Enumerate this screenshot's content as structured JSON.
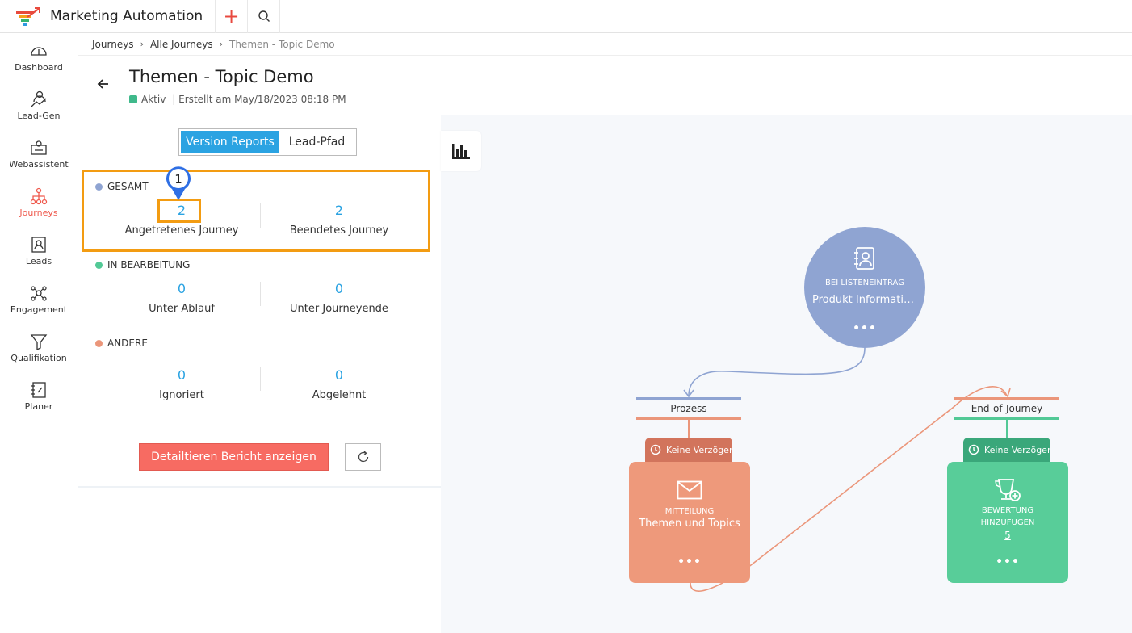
{
  "app": {
    "title": "Marketing Automation"
  },
  "topbar": {
    "plus": "+"
  },
  "sidebar": {
    "items": [
      {
        "label": "Dashboard",
        "icon": "gauge-icon"
      },
      {
        "label": "Lead-Gen",
        "icon": "lead-gen-icon"
      },
      {
        "label": "Webassistent",
        "icon": "web-assistant-icon"
      },
      {
        "label": "Journeys",
        "icon": "journeys-icon",
        "active": true
      },
      {
        "label": "Leads",
        "icon": "leads-icon"
      },
      {
        "label": "Engagement",
        "icon": "engagement-icon"
      },
      {
        "label": "Qualifikation",
        "icon": "funnel-icon"
      },
      {
        "label": "Planer",
        "icon": "planner-icon"
      }
    ]
  },
  "breadcrumb": [
    "Journeys",
    "Alle Journeys",
    "Themen - Topic Demo"
  ],
  "header": {
    "title": "Themen - Topic Demo",
    "status": "Aktiv",
    "created": "| Erstellt am May/18/2023 08:18 PM",
    "status_color": "#3fb98b"
  },
  "tabs": {
    "active": "Version Reports",
    "inactive": "Lead-Pfad"
  },
  "stats": {
    "total": {
      "label": "GESAMT",
      "color": "#8fa4d2",
      "left": {
        "value": "2",
        "label": "Angetretenes Journey"
      },
      "right": {
        "value": "2",
        "label": "Beendetes Journey"
      }
    },
    "progress": {
      "label": "IN BEARBEITUNG",
      "color": "#52c996",
      "left": {
        "value": "0",
        "label": "Unter Ablauf"
      },
      "right": {
        "value": "0",
        "label": "Unter Journeyende"
      }
    },
    "other": {
      "label": "ANDERE",
      "color": "#eb967a",
      "left": {
        "value": "0",
        "label": "Ignoriert"
      },
      "right": {
        "value": "0",
        "label": "Abgelehnt"
      }
    }
  },
  "annotation": {
    "marker": "1",
    "color": "#f39c12"
  },
  "actions": {
    "report": "Detailtieren Bericht anzeigen"
  },
  "flow": {
    "trigger": {
      "type": "BEI LISTENEINTRAG",
      "name": "Produkt Informationen",
      "more": "•••",
      "color": "#8fa4d2"
    },
    "stage_process": {
      "label": "Prozess",
      "top_color": "#8fa4d2",
      "bottom_color": "#eb967a"
    },
    "stage_end": {
      "label": "End-of-Journey",
      "top_color": "#eb967a",
      "bottom_color": "#52c996"
    },
    "delay_process": {
      "label": "Keine Verzögerung",
      "color": "#d2745c"
    },
    "delay_end": {
      "label": "Keine Verzögerung",
      "color": "#3aa77a"
    },
    "message_card": {
      "type": "MITTEILUNG",
      "name": "Themen und Topics",
      "more": "•••",
      "color": "#ee997b"
    },
    "score_card": {
      "type_line1": "BEWERTUNG",
      "type_line2": "HINZUFÜGEN",
      "value": "5",
      "more": "•••",
      "color": "#58cd99"
    }
  }
}
